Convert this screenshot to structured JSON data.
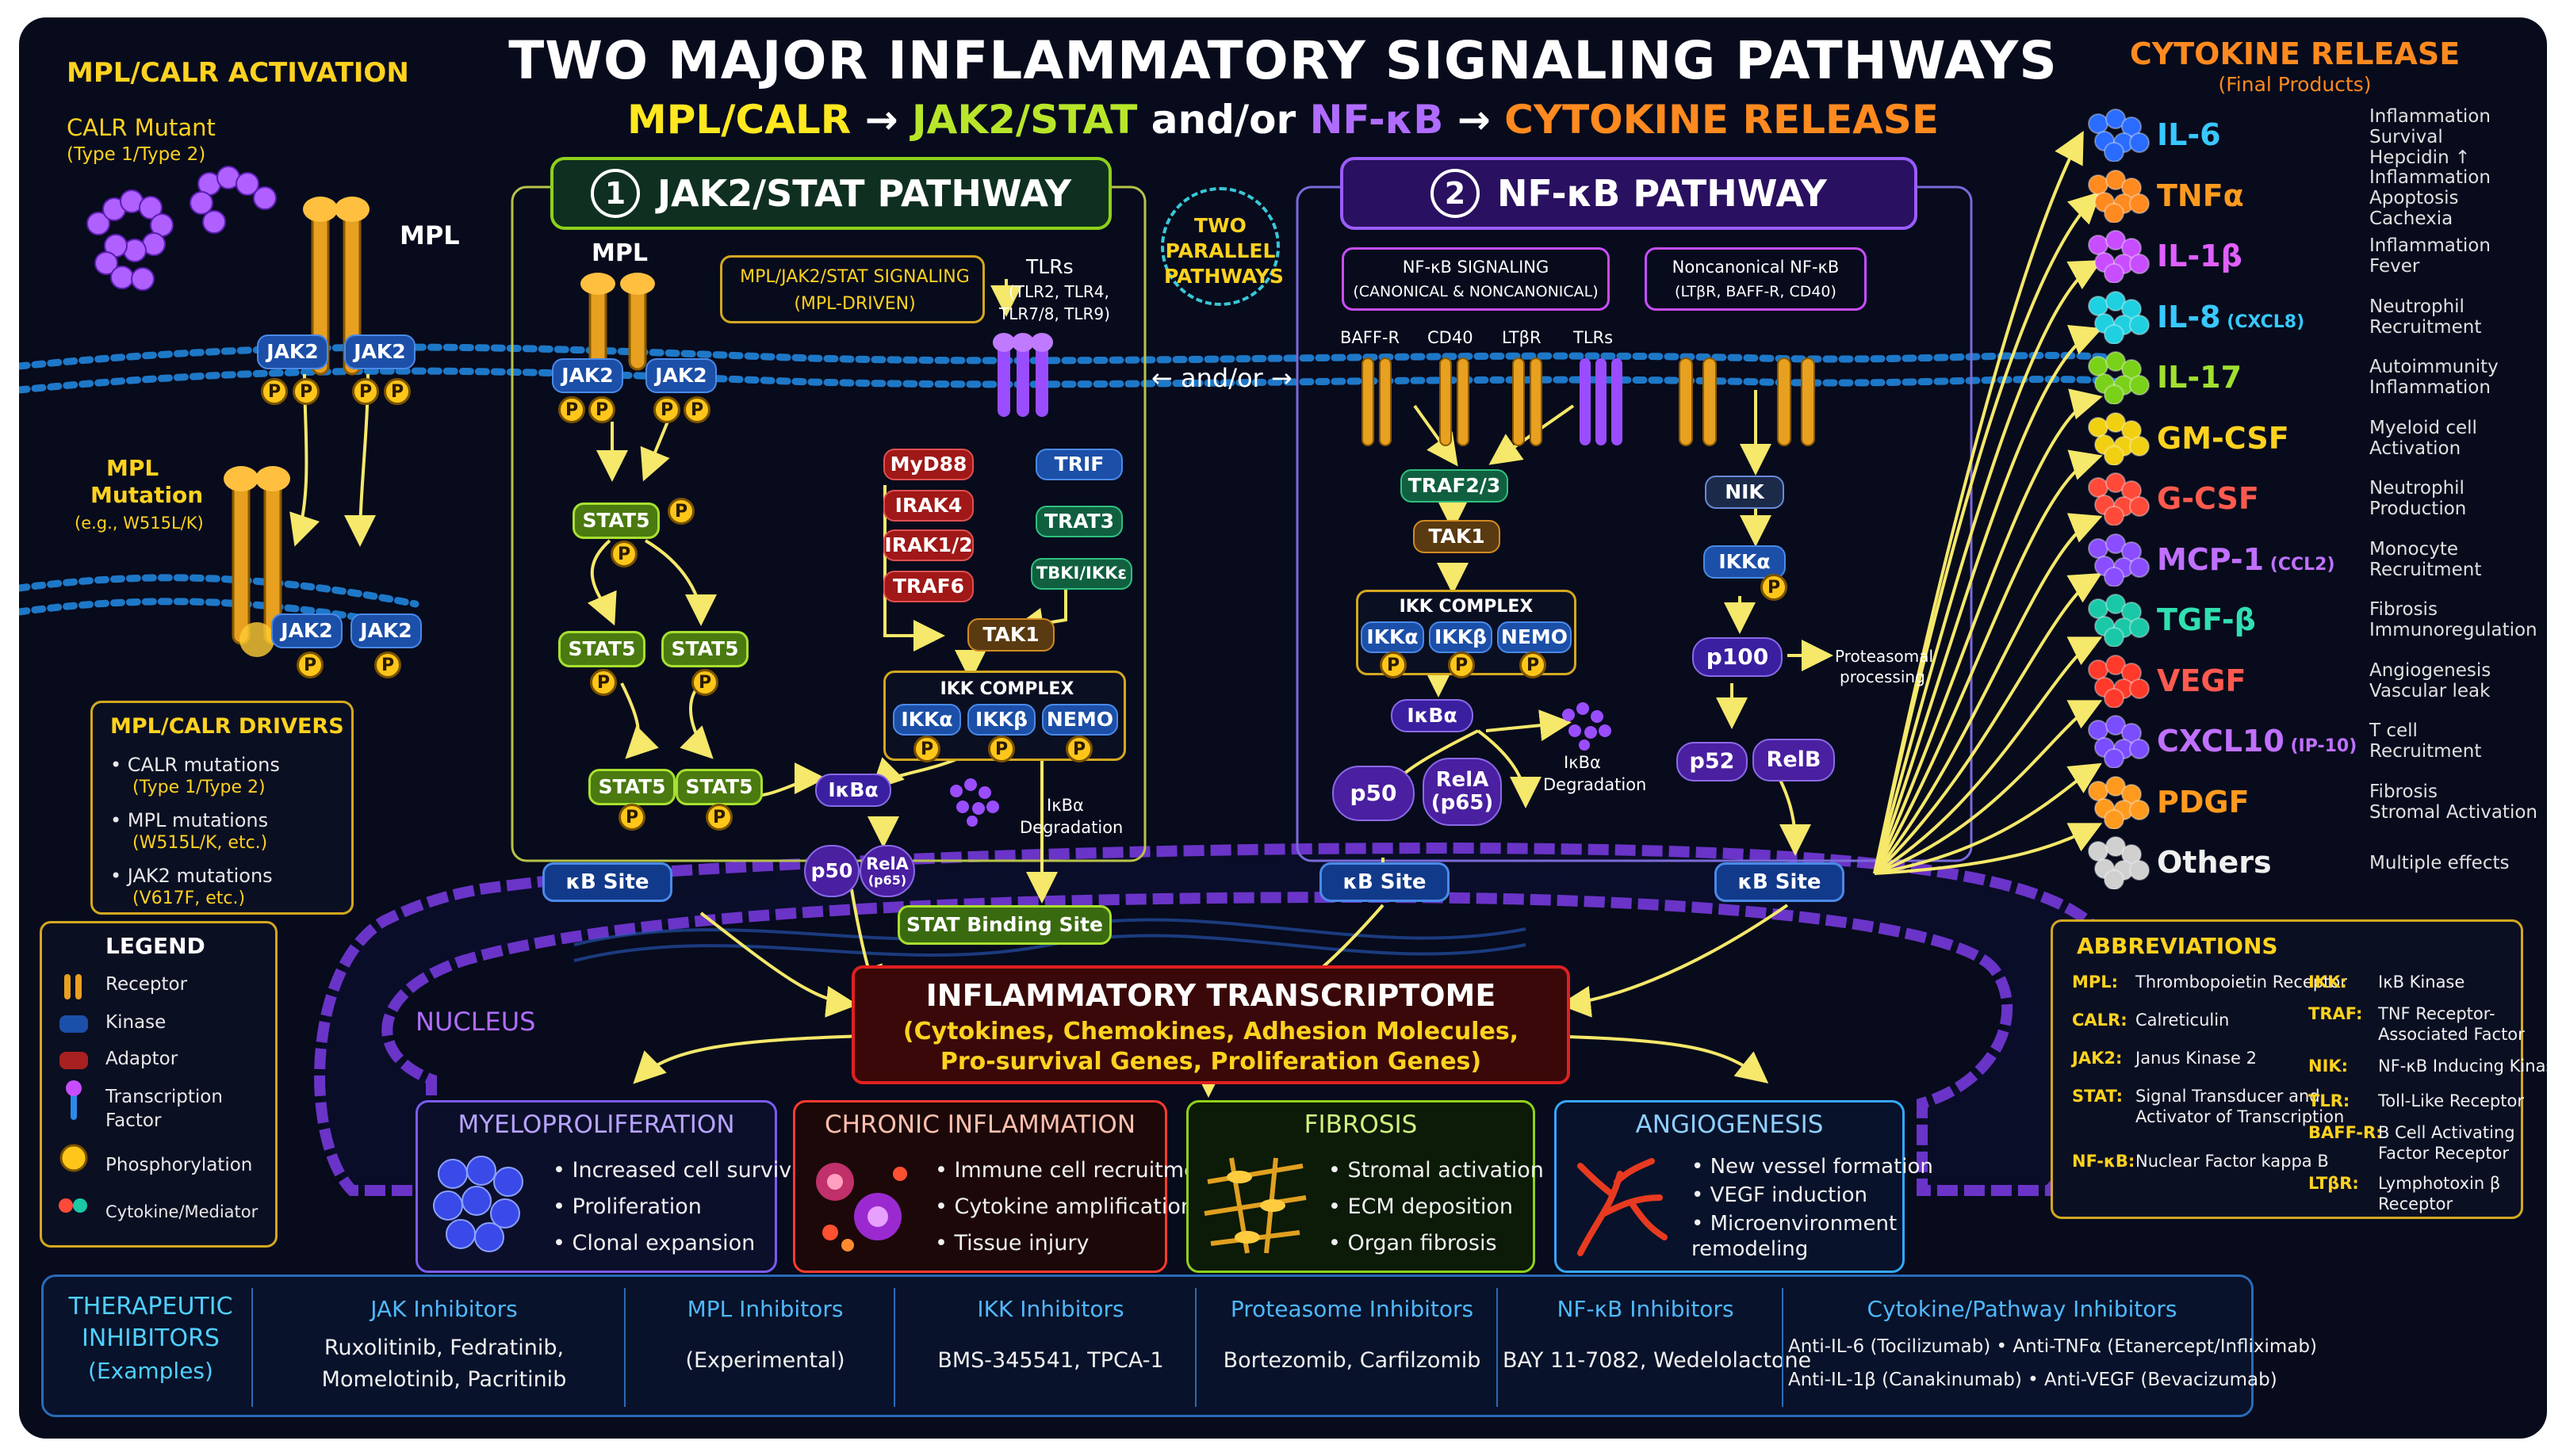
{
  "title": "TWO MAJOR INFLAMMATORY SIGNALING PATHWAYS",
  "subtitle": {
    "p1": "MPL/CALR",
    "arrow1": "→",
    "p2": "JAK2/STAT",
    "mid": "and/or",
    "p3": "NF-κB",
    "arrow2": "→",
    "p4": "CYTOKINE RELEASE"
  },
  "colors": {
    "bg": "#070b1c",
    "jak_green": "#8ed11a",
    "nfkb_purple": "#9a3df0",
    "cytokine_orange": "#ff8a1f",
    "accent_yellow": "#ffd21f",
    "membrane_blue": "#1e78c8",
    "nucleus_purple": "#5d2bb3"
  },
  "left_panel": {
    "heading": "MPL/CALR ACTIVATION",
    "calr_label": "CALR Mutant",
    "calr_type": "(Type 1/Type 2)",
    "mpl_label": "MPL",
    "jak2": "JAK2",
    "p": "P",
    "mutation_label": "MPL",
    "mutation_label2": "Mutation",
    "mutation_example": "(e.g., W515L/K)",
    "drivers_title": "MPL/CALR DRIVERS",
    "drivers": [
      {
        "line1": "• CALR mutations",
        "line2": "(Type 1/Type 2)"
      },
      {
        "line1": "• MPL mutations",
        "line2": "(W515L/K, etc.)"
      },
      {
        "line1": "• JAK2 mutations",
        "line2": "(V617F, etc.)"
      }
    ]
  },
  "legend": {
    "title": "LEGEND",
    "items": [
      "Receptor",
      "Kinase",
      "Adaptor",
      "Transcription",
      "Factor",
      "Phosphorylation",
      "Cytokine/Mediator"
    ]
  },
  "pathway1": {
    "num": "1",
    "title": "JAK2/STAT PATHWAY",
    "mpl": "MPL",
    "signal_box": "MPL/JAK2/STAT SIGNALING",
    "signal_box2": "(MPL-DRIVEN)",
    "tlrs": "TLRs",
    "tlrs_sub": "(TLR2, TLR4,",
    "tlrs_sub2": "TLR7/8, TLR9)",
    "stat5": "STAT5",
    "myd88": "MyD88",
    "irak4": "IRAK4",
    "irak12": "IRAK1/2",
    "traf6": "TRAF6",
    "trif": "TRIF",
    "trat3": "TRAT3",
    "tbk": "TBKI/IKKε",
    "tak1": "TAK1",
    "ikk_complex": "IKK COMPLEX",
    "ikka": "IKKα",
    "ikkb": "IKKβ",
    "nemo": "NEMO",
    "ikba": "IκBα",
    "ikba_deg": "IκBα",
    "ikba_deg2": "Degradation",
    "p50": "p50",
    "rela": "RelA",
    "rela2": "(p65)"
  },
  "middle": {
    "two": "TWO",
    "parallel": "PARALLEL",
    "pathways": "PATHWAYS",
    "andor": "and/or",
    "larrow": "←",
    "rarrow": "→"
  },
  "pathway2": {
    "num": "2",
    "title": "NF-κB PATHWAY",
    "box1": "NF-κB SIGNALING",
    "box1b": "(CANONICAL & NONCANONICAL)",
    "box2": "Noncanonical NF-κB",
    "box2b": "(LTβR, BAFF-R, CD40)",
    "receptors": [
      "BAFF-R",
      "CD40",
      "LTβR",
      "TLRs"
    ],
    "traf23": "TRAF2/3",
    "tak1": "TAK1",
    "ikk_complex": "IKK COMPLEX",
    "ikka": "IKKα",
    "ikkb": "IKKβ",
    "nemo": "NEMO",
    "ikba": "IκBα",
    "ikba_deg": "IκBα",
    "ikba_deg2": "Degradation",
    "p50": "p50",
    "rela": "RelA",
    "rela2": "(p65)",
    "nik": "NIK",
    "ikka2": "IKKα",
    "p100": "p100",
    "prot": "Proteasomal",
    "prot2": "processing",
    "p52": "p52",
    "relb": "RelB"
  },
  "nucleus": {
    "label": "NUCLEUS",
    "kb_site": "κB Site",
    "stat_site": "STAT Binding Site",
    "transcriptome_title": "INFLAMMATORY TRANSCRIPTOME",
    "transcriptome_l1": "(Cytokines, Chemokines, Adhesion Molecules,",
    "transcriptome_l2": "Pro-survival Genes, Proliferation Genes)"
  },
  "outcomes": [
    {
      "title": "MYELOPROLIFERATION",
      "color": "#7a5cf0",
      "items": [
        "• Increased cell survival",
        "• Proliferation",
        "• Clonal expansion"
      ]
    },
    {
      "title": "CHRONIC INFLAMMATION",
      "color": "#ff3b2f",
      "items": [
        "• Immune cell recruitment",
        "• Cytokine amplification",
        "• Tissue injury"
      ]
    },
    {
      "title": "FIBROSIS",
      "color": "#8ed11a",
      "items": [
        "• Stromal activation",
        "• ECM deposition",
        "• Organ fibrosis"
      ]
    },
    {
      "title": "ANGIOGENESIS",
      "color": "#35a8ff",
      "items": [
        "• New vessel formation",
        "• VEGF induction",
        "• Microenvironment",
        "  remodeling"
      ]
    }
  ],
  "cytokines": {
    "title": "CYTOKINE RELEASE",
    "subtitle": "(Final Products)",
    "items": [
      {
        "name": "IL-6",
        "sub": "",
        "color": "#38c8ff",
        "ball": "#2a6cff",
        "d1": "Inflammation",
        "d2": "Survival",
        "d3": "Hepcidin ↑"
      },
      {
        "name": "TNFα",
        "sub": "",
        "color": "#ff9a1f",
        "ball": "#ff8a1f",
        "d1": "Inflammation",
        "d2": "Apoptosis",
        "d3": "Cachexia"
      },
      {
        "name": "IL-1β",
        "sub": "",
        "color": "#e060ff",
        "ball": "#c84dff",
        "d1": "Inflammation",
        "d2": "Fever",
        "d3": ""
      },
      {
        "name": "IL-8",
        "sub": "(CXCL8)",
        "color": "#38c8ff",
        "ball": "#1fd0e0",
        "d1": "Neutrophil",
        "d2": "Recruitment",
        "d3": ""
      },
      {
        "name": "IL-17",
        "sub": "",
        "color": "#a0e030",
        "ball": "#7ad11a",
        "d1": "Autoimmunity",
        "d2": "Inflammation",
        "d3": ""
      },
      {
        "name": "GM-CSF",
        "sub": "",
        "color": "#ffd21f",
        "ball": "#f0d010",
        "d1": "Myeloid cell",
        "d2": "Activation",
        "d3": ""
      },
      {
        "name": "G-CSF",
        "sub": "",
        "color": "#ff5a4f",
        "ball": "#ff4a3a",
        "d1": "Neutrophil",
        "d2": "Production",
        "d3": ""
      },
      {
        "name": "MCP-1",
        "sub": "(CCL2)",
        "color": "#c070ff",
        "ball": "#8a4dff",
        "d1": "Monocyte",
        "d2": "Recruitment",
        "d3": ""
      },
      {
        "name": "TGF-β",
        "sub": "",
        "color": "#30e0b0",
        "ball": "#1ac8a8",
        "d1": "Fibrosis",
        "d2": "Immunoregulation",
        "d3": ""
      },
      {
        "name": "VEGF",
        "sub": "",
        "color": "#ff5a4f",
        "ball": "#ff3a2a",
        "d1": "Angiogenesis",
        "d2": "Vascular leak",
        "d3": ""
      },
      {
        "name": "CXCL10",
        "sub": "(IP-10)",
        "color": "#c070ff",
        "ball": "#7a4dff",
        "d1": "T cell",
        "d2": "Recruitment",
        "d3": ""
      },
      {
        "name": "PDGF",
        "sub": "",
        "color": "#ff9a1f",
        "ball": "#ff9a1f",
        "d1": "Fibrosis",
        "d2": "Stromal Activation",
        "d3": ""
      },
      {
        "name": "Others",
        "sub": "",
        "color": "#f0f0f0",
        "ball": "#d0d0d0",
        "d1": "Multiple effects",
        "d2": "",
        "d3": ""
      }
    ]
  },
  "abbreviations": {
    "title": "ABBREVIATIONS",
    "left": [
      {
        "k": "MPL:",
        "v1": "Thrombopoietin Receptor",
        "v2": ""
      },
      {
        "k": "CALR:",
        "v1": "Calreticulin",
        "v2": ""
      },
      {
        "k": "JAK2:",
        "v1": "Janus Kinase 2",
        "v2": ""
      },
      {
        "k": "STAT:",
        "v1": "Signal Transducer and",
        "v2": "Activator of Transcription"
      },
      {
        "k": "NF-κB:",
        "v1": "Nuclear Factor kappa B",
        "v2": ""
      }
    ],
    "right": [
      {
        "k": "IKK:",
        "v1": "IκB Kinase",
        "v2": ""
      },
      {
        "k": "TRAF:",
        "v1": "TNF Receptor-",
        "v2": "Associated Factor"
      },
      {
        "k": "NIK:",
        "v1": "NF-κB Inducing Kinase",
        "v2": ""
      },
      {
        "k": "TLR:",
        "v1": "Toll-Like Receptor",
        "v2": ""
      },
      {
        "k": "BAFF-R:",
        "v1": "B Cell Activating",
        "v2": "Factor Receptor"
      },
      {
        "k": "LTβR:",
        "v1": "Lymphotoxin β",
        "v2": "Receptor"
      }
    ]
  },
  "inhibitors": {
    "title1": "THERAPEUTIC",
    "title2": "INHIBITORS",
    "title3": "(Examples)",
    "groups": [
      {
        "h": "JAK Inhibitors",
        "b1": "Ruxolitinib, Fedratinib,",
        "b2": "Momelotinib, Pacritinib"
      },
      {
        "h": "MPL Inhibitors",
        "b1": "(Experimental)",
        "b2": ""
      },
      {
        "h": "IKK Inhibitors",
        "b1": "BMS-345541, TPCA-1",
        "b2": ""
      },
      {
        "h": "Proteasome Inhibitors",
        "b1": "Bortezomib, Carfilzomib",
        "b2": ""
      },
      {
        "h": "NF-κB Inhibitors",
        "b1": "BAY 11-7082, Wedelolactone",
        "b2": ""
      },
      {
        "h": "Cytokine/Pathway Inhibitors",
        "b1": "Anti-IL-6 (Tocilizumab) • Anti-TNFα (Etanercept/Infliximab)",
        "b2": "Anti-IL-1β (Canakinumab) • Anti-VEGF (Bevacizumab)"
      }
    ]
  }
}
